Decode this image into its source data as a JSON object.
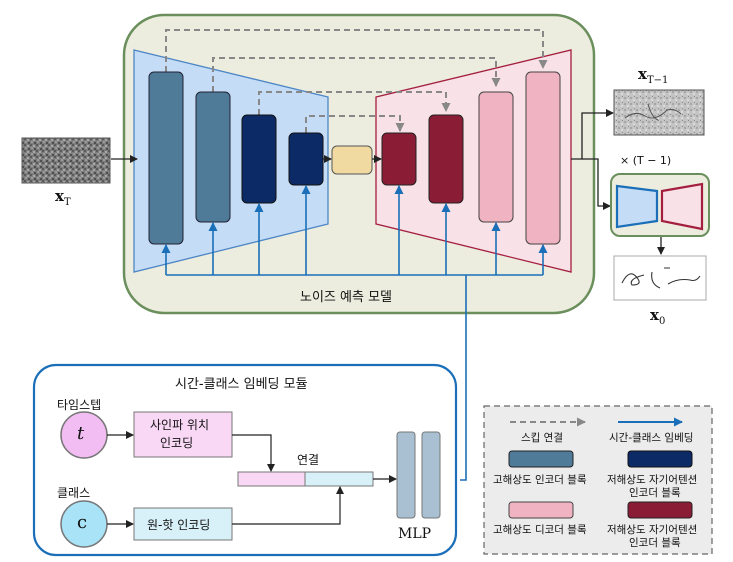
{
  "noise_model": {
    "label": "노이즈 예측 모델"
  },
  "inputs": {
    "x_T": "x",
    "x_T_sub": "T"
  },
  "outputs": {
    "x_T_minus_1": "x",
    "x_T_minus_1_sub": "T−1",
    "repeat_label": "× (T − 1)",
    "x_0": "x",
    "x_0_sub": "0"
  },
  "embedding_module": {
    "title": "시간-클래스 임베딩 모듈",
    "timestep_label": "타임스텝",
    "timestep_symbol": "t",
    "sine_encoding": [
      "사인파 위치",
      "인코딩"
    ],
    "class_label": "클래스",
    "class_symbol": "c",
    "onehot_encoding": "원-핫 인코딩",
    "concat_label": "연결",
    "mlp_label": "MLP"
  },
  "legend": {
    "skip_connection": "스킵 연결",
    "time_class_embedding": "시간-클래스 임베딩",
    "hr_encoder": "고해상도 인코더 블록",
    "lr_encoder": [
      "저해상도 자기어텐션",
      "인코더 블록"
    ],
    "hr_decoder": "고해상도 디코더 블록",
    "lr_decoder": [
      "저해상도 자기어텐션",
      "인코더 블록"
    ]
  },
  "colors": {
    "model_bg": "#ecedde",
    "model_border": "#6a8f5c",
    "encoder_fill": "#c4dcf6",
    "encoder_stroke": "#4d86c6",
    "decoder_fill": "#f8e1e7",
    "decoder_stroke": "#a41f3f",
    "hr_encoder_block": "#4f7b99",
    "lr_encoder_block": "#0c2a66",
    "bottleneck": "#f1d9a2",
    "lr_decoder_block": "#8b1c35",
    "hr_decoder_block": "#f0b3c1",
    "arrow_blue": "#1a6fb8",
    "skip_gray": "#888888",
    "embed_border": "#1a6fb8",
    "timestep_circle": "#f2bdf2",
    "class_circle": "#a9e3f7",
    "sine_box": "#f9d8f6",
    "onehot_box": "#d8f0f7",
    "mlp": "#a9c0d2"
  }
}
